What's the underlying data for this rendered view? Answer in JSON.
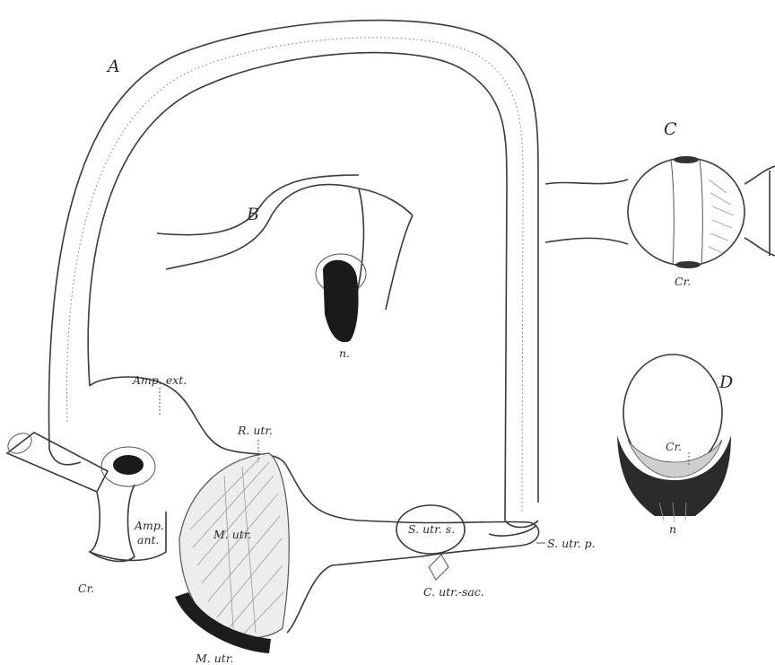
{
  "figure": {
    "panel_labels": {
      "A": "A",
      "B": "B",
      "C": "C",
      "D": "D"
    },
    "labels": {
      "amp_ext": "Amp. ext.",
      "r_utr": "R. utr.",
      "amp_ant": "Amp.\nant.",
      "m_utr_large": "M. utr.",
      "cr_A": "Cr.",
      "m_utr_bottom": "M. utr.",
      "c_utr_sac": "C. utr.-sac.",
      "s_utr_s": "S. utr. s.",
      "s_utr_p": "S. utr. p.",
      "n_B": "n.",
      "cr_C": "Cr.",
      "cr_D": "Cr.",
      "n_D": "n"
    }
  }
}
